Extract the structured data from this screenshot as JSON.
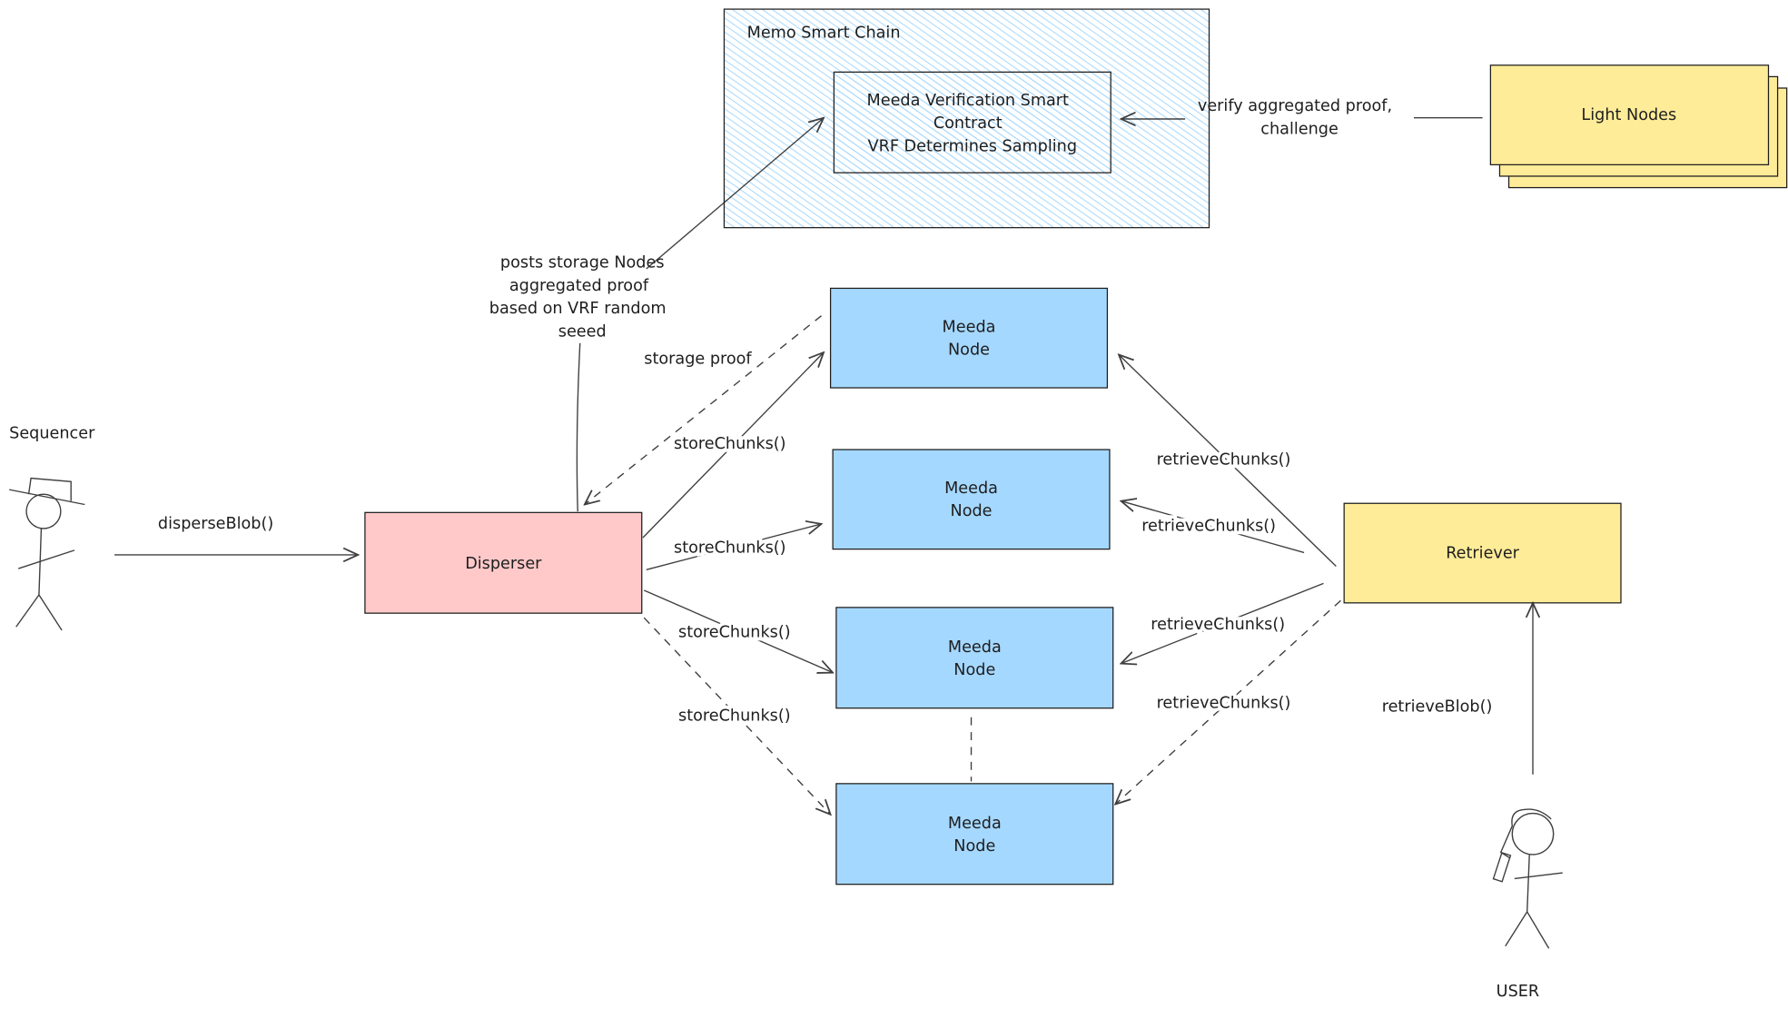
{
  "colors": {
    "node_fill": "#a5d8ff",
    "disperser_fill": "#ffc9c9",
    "retriever_fill": "#ffec99",
    "chain_hatch": "#a5d8ff",
    "stroke": "#1e1e1e"
  },
  "chain": {
    "title": "Memo Smart Chain",
    "contract_lines": [
      "Meeda Verification Smart",
      "Contract",
      "VRF Determines Sampling"
    ]
  },
  "light_nodes": {
    "label": "Light Nodes",
    "edge_label": [
      "verify aggregated proof,",
      "challenge"
    ]
  },
  "actors": {
    "sequencer": "Sequencer",
    "user": "USER"
  },
  "disperser": {
    "label": "Disperser"
  },
  "retriever": {
    "label": "Retriever"
  },
  "nodes": [
    {
      "lines": [
        "Meeda",
        "Node"
      ]
    },
    {
      "lines": [
        "Meeda",
        "Node"
      ]
    },
    {
      "lines": [
        "Meeda",
        "Node"
      ]
    },
    {
      "lines": [
        "Meeda",
        "Node"
      ]
    }
  ],
  "edges": {
    "disperse": "disperseBlob()",
    "post_proof": [
      "posts storage Nodes",
      "aggregated proof",
      "based on VRF random",
      "seeed"
    ],
    "storage_proof": "storage proof",
    "store": [
      "storeChunks()",
      "storeChunks()",
      "storeChunks()",
      "storeChunks()"
    ],
    "retrieve": [
      "retrieveChunks()",
      "retrieveChunks()",
      "retrieveChunks()",
      "retrieveChunks()"
    ],
    "retrieve_blob": "retrieveBlob()"
  }
}
